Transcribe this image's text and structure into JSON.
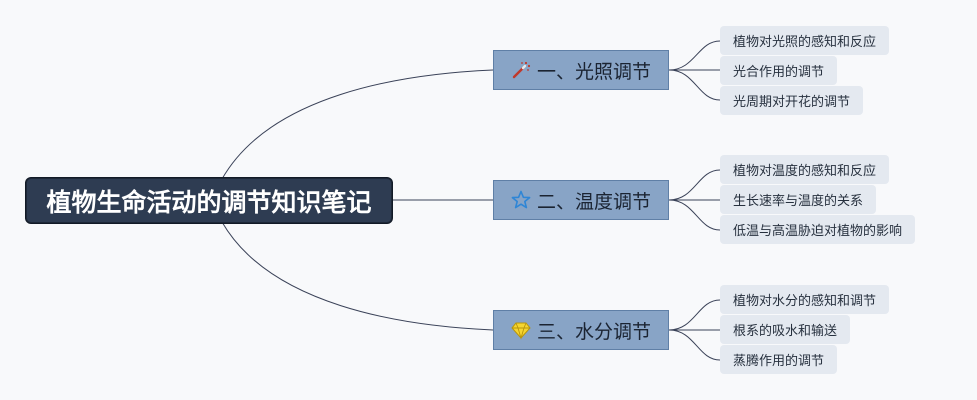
{
  "root": {
    "label": "植物生命活动的调节知识笔记"
  },
  "branches": [
    {
      "label": "一、光照调节",
      "icon": "magic-wand-icon",
      "children": [
        "植物对光照的感知和反应",
        "光合作用的调节",
        "光周期对开花的调节"
      ]
    },
    {
      "label": "二、温度调节",
      "icon": "star-outline-icon",
      "children": [
        "植物对温度的感知和反应",
        "生长速率与温度的关系",
        "低温与高温胁迫对植物的影响"
      ]
    },
    {
      "label": "三、水分调节",
      "icon": "gem-icon",
      "children": [
        "植物对水分的感知和调节",
        "根系的吸水和输送",
        "蒸腾作用的调节"
      ]
    }
  ],
  "colors": {
    "root": "#2e3c52",
    "branch": "#88a4c6",
    "leaf": "#e4e9f0",
    "line": "#3a4258"
  }
}
